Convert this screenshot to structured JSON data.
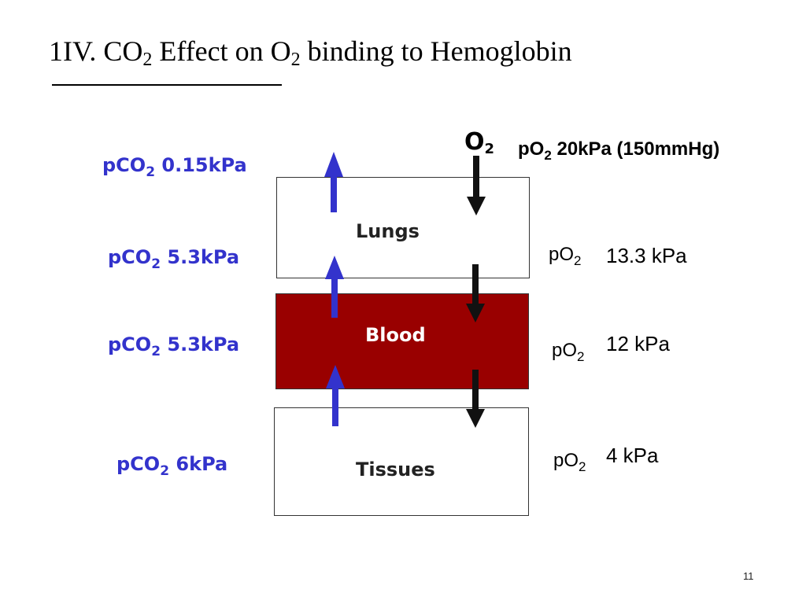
{
  "title": {
    "prefix": "1IV. CO",
    "sub1": "2",
    "mid": " Effect on O",
    "sub2": "2",
    "suffix": " binding to Hemoglobin"
  },
  "boxes": {
    "lungs": "Lungs",
    "blood": "Blood",
    "tissues": "Tissues",
    "blood_color": "#990000"
  },
  "o2_flow": {
    "base": "O",
    "sub": "2"
  },
  "pco2": {
    "prefix": "pCO",
    "sub": "2",
    "color": "#3333cc",
    "values": [
      "0.15kPa",
      "5.3kPa",
      "5.3kPa",
      "6kPa"
    ]
  },
  "po2": {
    "prefix": "pO",
    "sub": "2",
    "top_value": "20kPa (150mmHg)",
    "values": [
      "13.3 kPa",
      "12 kPa",
      "4 kPa"
    ]
  },
  "page_number": "11"
}
